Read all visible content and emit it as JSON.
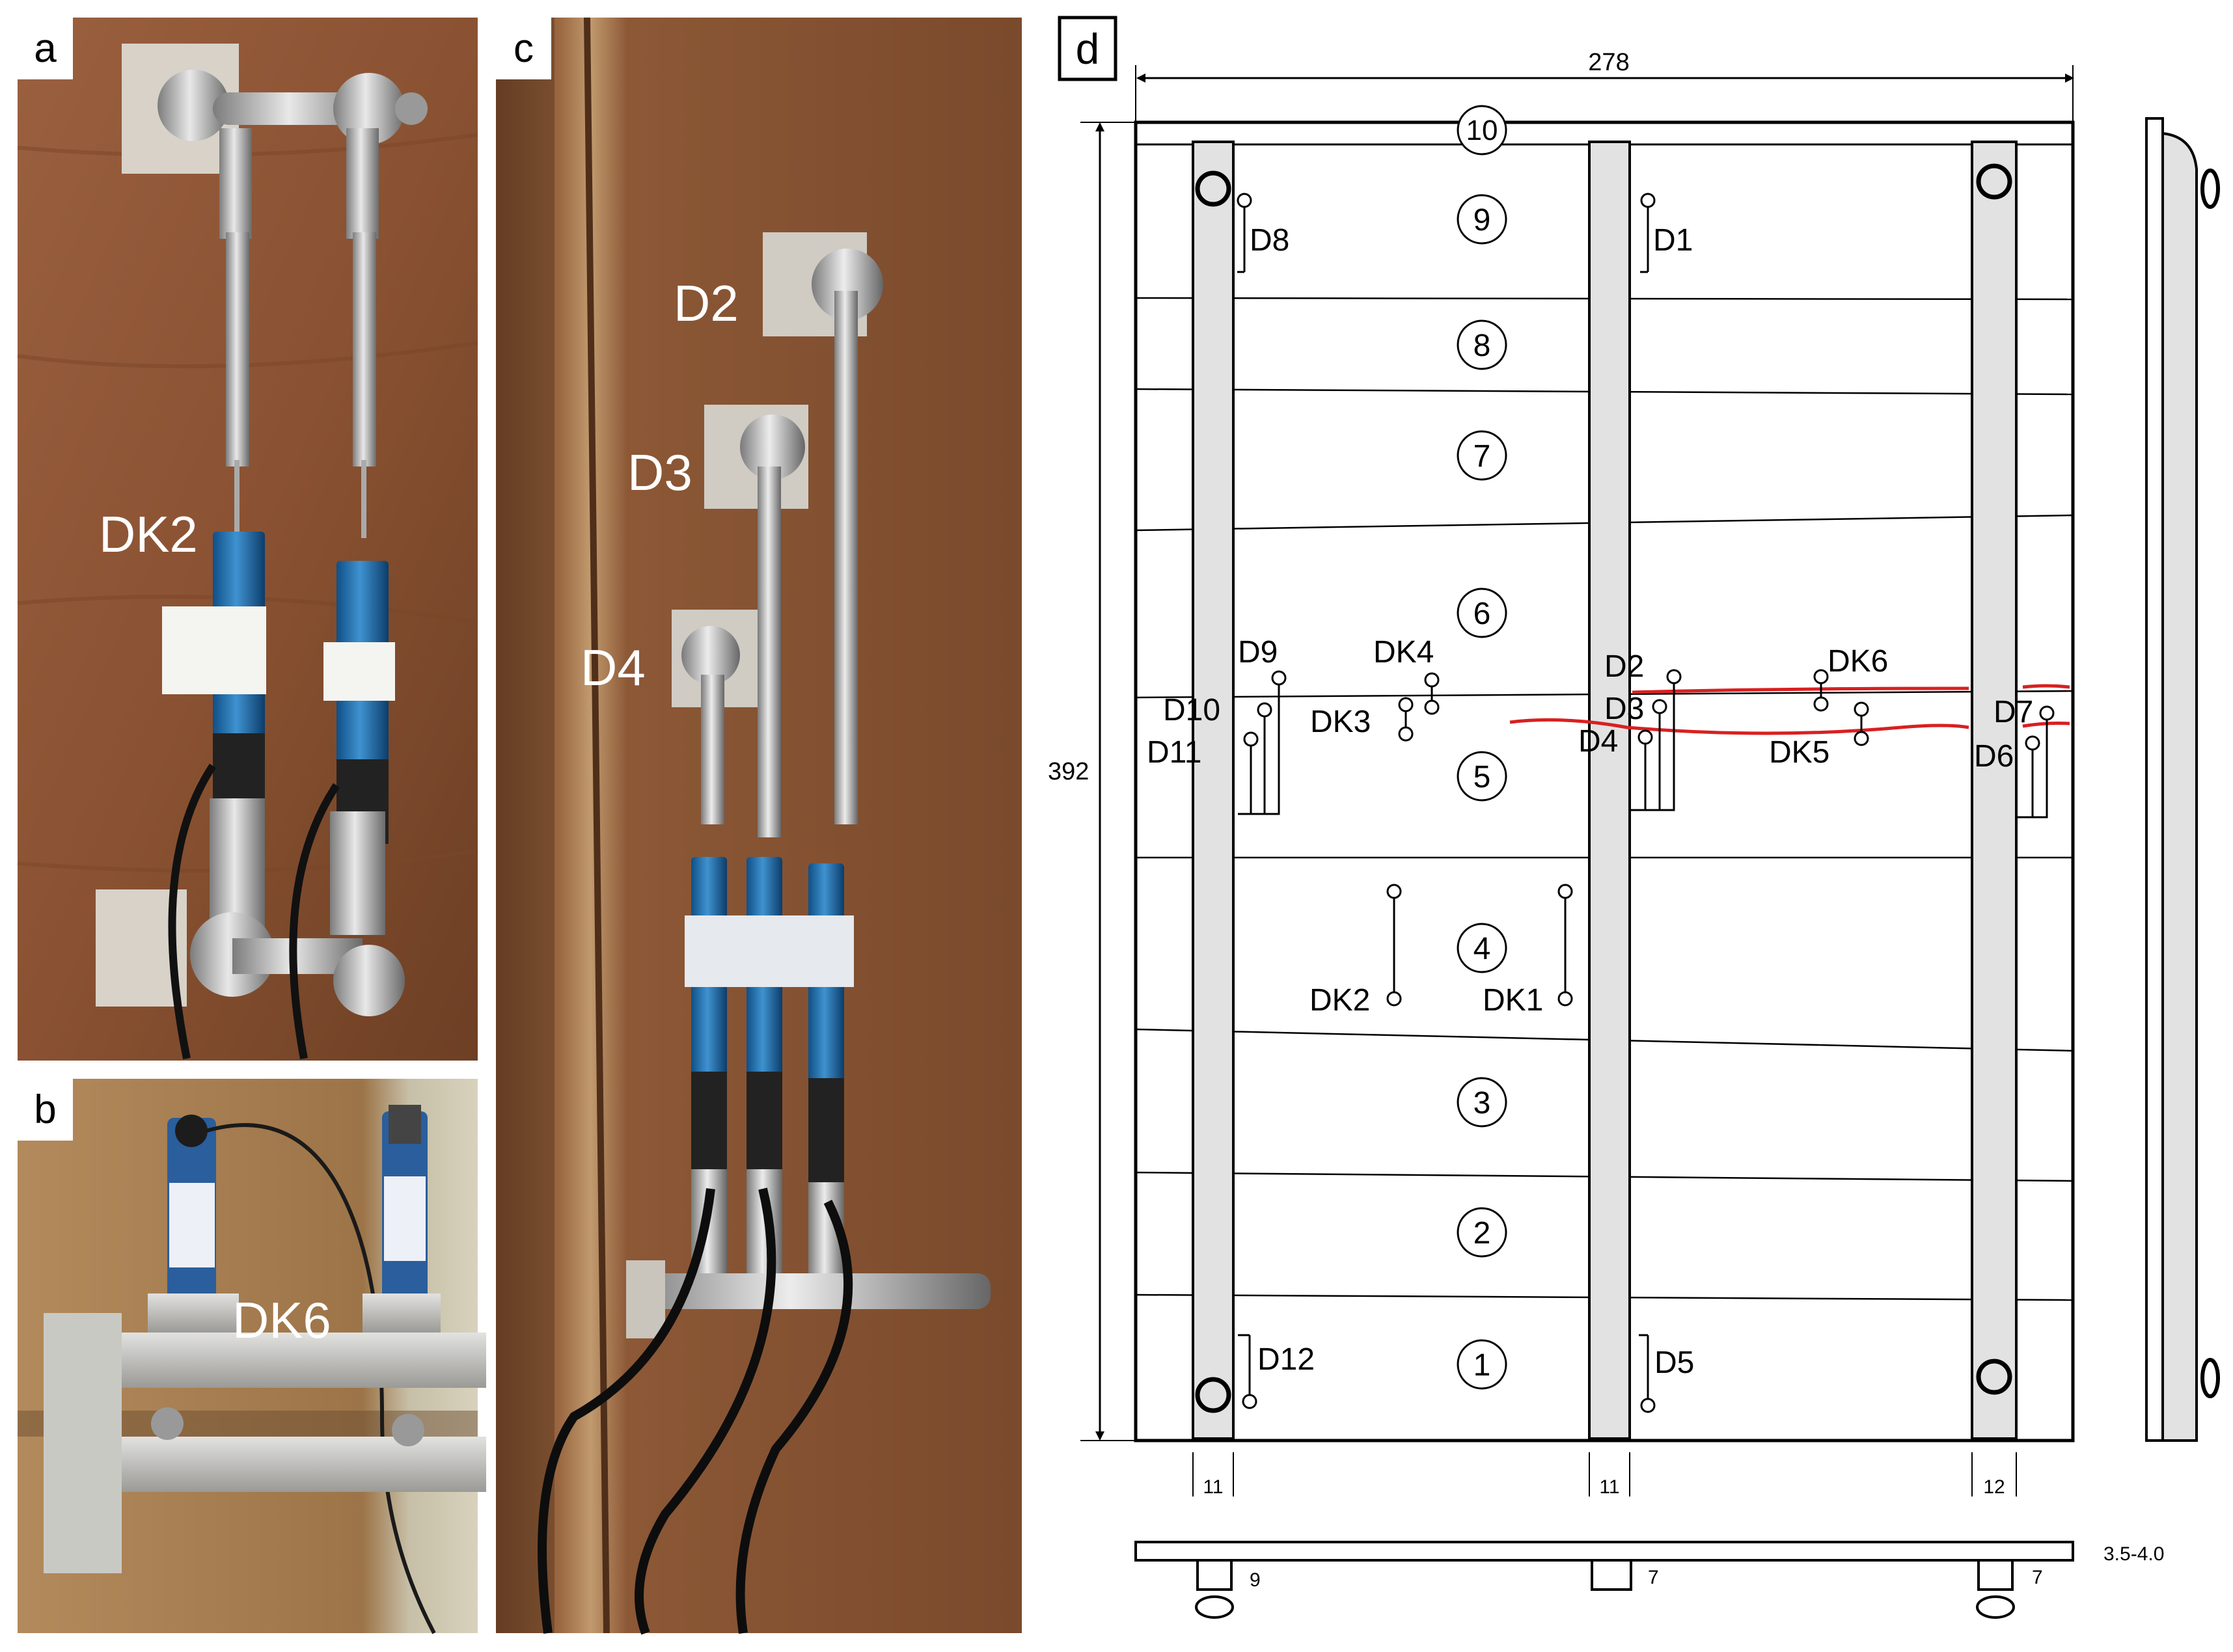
{
  "panels": {
    "a": {
      "label": "a",
      "sensor_text": "DK2",
      "tag_text": "DK2"
    },
    "b": {
      "label": "b",
      "sensor_text": "DK6"
    },
    "c": {
      "label": "c",
      "sensor_texts": [
        "D2",
        "D3",
        "D4"
      ]
    },
    "d": {
      "label": "d"
    }
  },
  "diagram": {
    "dim_width": "278",
    "dim_height": "392",
    "board_numbers": [
      "1",
      "2",
      "3",
      "4",
      "5",
      "6",
      "7",
      "8",
      "9",
      "10"
    ],
    "sensors": {
      "D1": "D1",
      "D2": "D2",
      "D3": "D3",
      "D4": "D4",
      "D5": "D5",
      "D6": "D6",
      "D7": "D7",
      "D8": "D8",
      "D9": "D9",
      "D10": "D10",
      "D11": "D11",
      "D12": "D12",
      "DK1": "DK1",
      "DK2": "DK2",
      "DK3": "DK3",
      "DK4": "DK4",
      "DK5": "DK5",
      "DK6": "DK6"
    },
    "batten_widths": [
      "11",
      "11",
      "12"
    ],
    "bottom_section": {
      "values": [
        "9",
        "7",
        "7"
      ],
      "thickness": "3.5-4.0"
    }
  },
  "colors": {
    "crack": "#d92020",
    "batten": "#e2e2e2",
    "wood": "#8a5433"
  }
}
